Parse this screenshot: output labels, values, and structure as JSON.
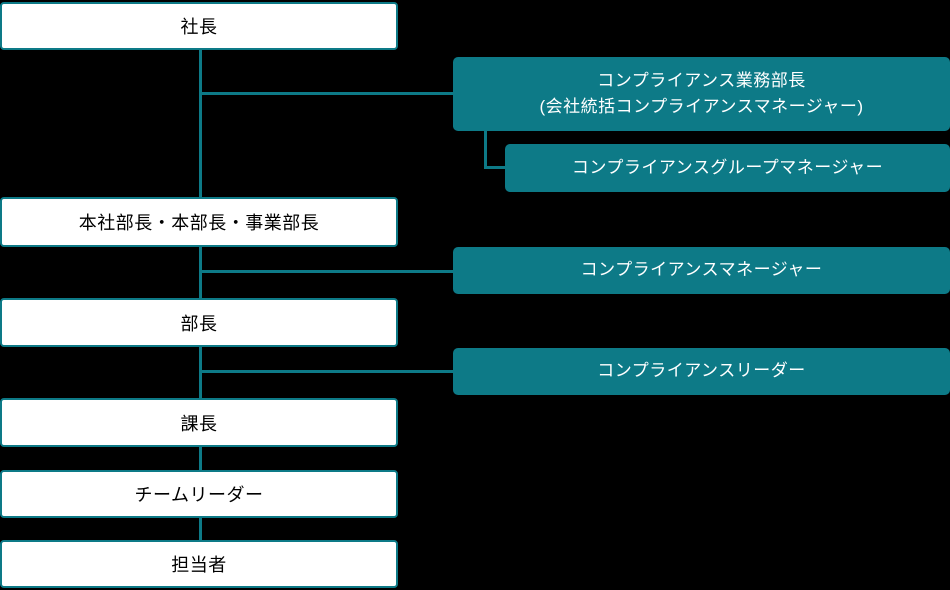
{
  "diagram": {
    "type": "org-chart",
    "left_column": [
      {
        "label": "社長"
      },
      {
        "label": "本社部長・本部長・事業部長"
      },
      {
        "label": "部長"
      },
      {
        "label": "課長"
      },
      {
        "label": "チームリーダー"
      },
      {
        "label": "担当者"
      }
    ],
    "right_column": [
      {
        "label_line1": "コンプライアンス業務部長",
        "label_line2": "(会社統括コンプライアンスマネージャー)"
      },
      {
        "label": "コンプライアンスグループマネージャー"
      },
      {
        "label": "コンプライアンスマネージャー"
      },
      {
        "label": "コンプライアンスリーダー"
      }
    ],
    "colors": {
      "background": "#000000",
      "accent_teal": "#0d7a87",
      "box_fill_white": "#ffffff",
      "text_dark": "#000000",
      "text_light": "#ffffff"
    }
  }
}
